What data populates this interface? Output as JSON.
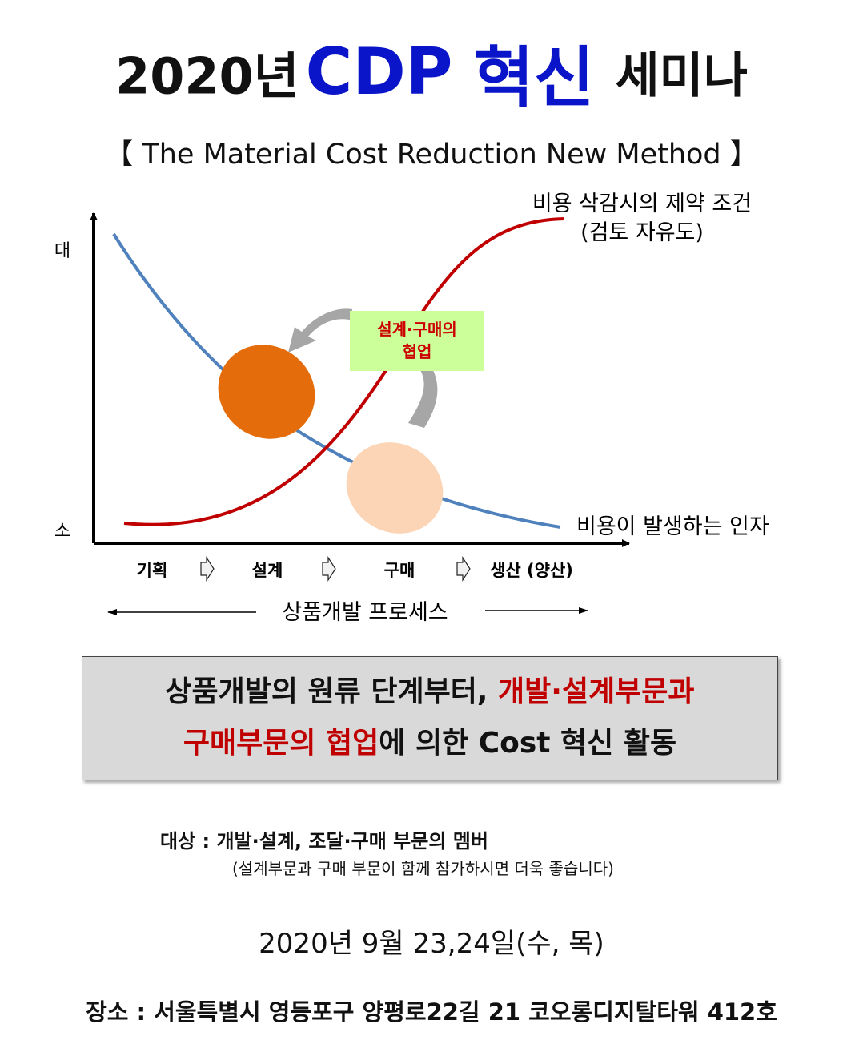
{
  "title": {
    "year": "2020년",
    "brand": "CDP",
    "innovation": "혁신",
    "seminar": "세미나"
  },
  "subtitle": "【 The Material Cost Reduction New Method 】",
  "diagram": {
    "y_high": "대",
    "y_low": "소",
    "red_curve_label_line1": "비용 삭감시의 제약 조건",
    "red_curve_label_line2": "(검토 자유도)",
    "blue_curve_label": "비용이 발생하는 인자",
    "collab_line1": "설계·구매의",
    "collab_line2": "협업",
    "stages": [
      "기획",
      "설계",
      "구매",
      "생산 (양산)"
    ],
    "process_label": "상품개발 프로세스",
    "colors": {
      "red_curve": "#c00000",
      "blue_curve": "#4f81bd",
      "orange_ellipse": "#e46c0a",
      "peach_ellipse": "#fbd5b5",
      "collab_box": "#ccff99",
      "gray_arrow": "#a6a6a6"
    }
  },
  "message": {
    "line1_black": "상품개발의 원류 단계부터, ",
    "line1_red": "개발·설계부문과",
    "line2_red": "구매부문의 협업",
    "line2_black": "에 의한 Cost 혁신 활동"
  },
  "audience": {
    "label": "대상 : 개발·설계, 조달·구매 부문의 멤버",
    "note": "(설계부문과 구매 부문이 함께 참가하시면 더욱 좋습니다)"
  },
  "date": "2020년 9월 23,24일(수, 목)",
  "venue": "장소 : 서울특별시 영등포구 양평로22길 21  코오롱디지탈타워 412호"
}
